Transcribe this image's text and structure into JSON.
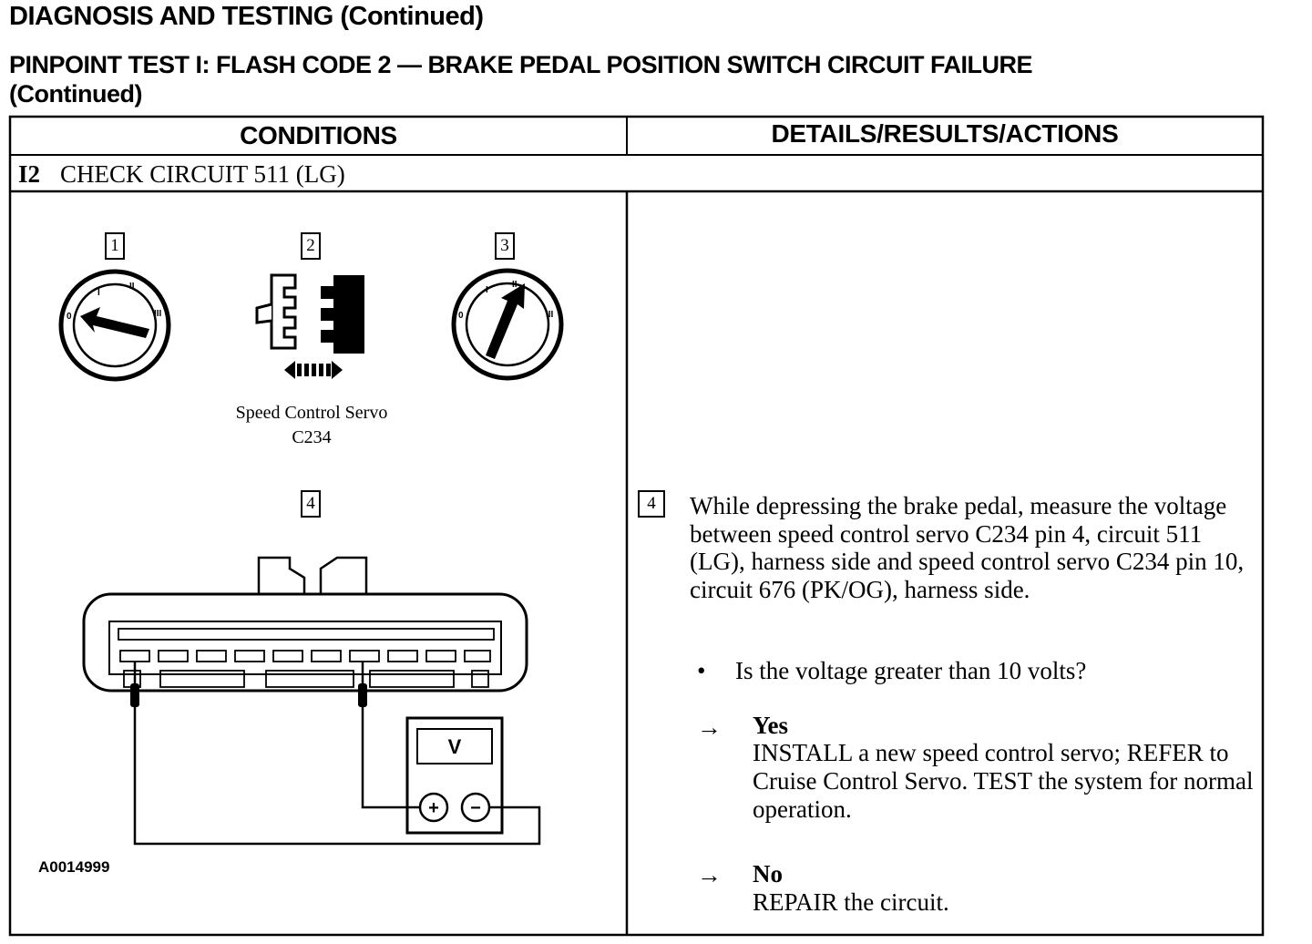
{
  "header": {
    "title": "DIAGNOSIS AND TESTING (Continued)",
    "test_title_line1": "PINPOINT TEST I:  FLASH CODE 2 — BRAKE PEDAL POSITION SWITCH CIRCUIT FAILURE",
    "test_title_line2": "(Continued)"
  },
  "table": {
    "col_conditions": "CONDITIONS",
    "col_details": "DETAILS/RESULTS/ACTIONS",
    "row_id": "I2",
    "row_title": "CHECK CIRCUIT 511 (LG)"
  },
  "figure": {
    "step1": "1",
    "step2": "2",
    "step3": "3",
    "step4": "4",
    "servo_caption_line1": "Speed Control Servo",
    "servo_caption_line2": "C234",
    "meter_label": "V",
    "plus": "+",
    "minus": "−",
    "figure_id": "A0014999"
  },
  "details": {
    "step_number": "4",
    "instruction": "While depressing the brake pedal, measure the voltage between speed control servo C234 pin 4, circuit 511 (LG), harness side and speed control servo C234 pin 10, circuit 676 (PK/OG), harness side.",
    "bullet": "•",
    "question": "Is the voltage greater than 10 volts?",
    "arrow": "→",
    "yes_label": "Yes",
    "yes_action": "INSTALL a new speed control servo; REFER to  Cruise Control Servo. TEST the system for normal  operation.",
    "no_label": "No",
    "no_action": "REPAIR the circuit."
  }
}
